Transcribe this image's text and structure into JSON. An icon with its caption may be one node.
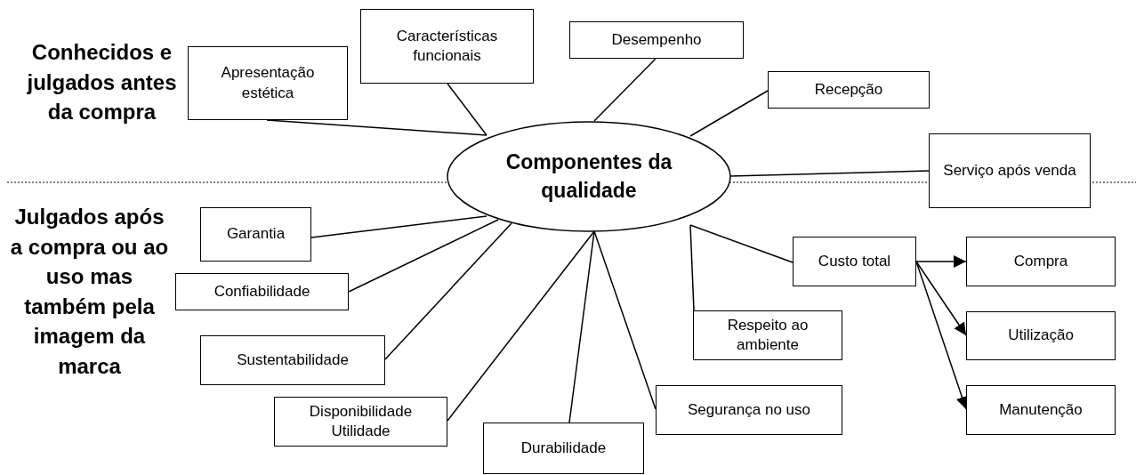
{
  "diagram": {
    "nodes": [
      {
        "text": [
          "Componentes da qualidade"
        ]
      },
      {
        "text": [
          "Apresentação estética"
        ]
      },
      {
        "text": [
          "Características funcionais"
        ]
      },
      {
        "text": [
          "Desempenho"
        ]
      },
      {
        "text": [
          "Recepção"
        ]
      },
      {
        "text": [
          "Serviço após venda"
        ]
      },
      {
        "text": [
          "Garantia"
        ]
      },
      {
        "text": [
          "Confiabilidade"
        ]
      },
      {
        "text": [
          "Sustentabilidade"
        ]
      },
      {
        "text": [
          "Disponibilidade Utilidade"
        ]
      },
      {
        "text": [
          "Durabilidade"
        ]
      },
      {
        "text": [
          "Segurança no uso"
        ]
      },
      {
        "text": [
          "Respeito ao ambiente"
        ]
      },
      {
        "text": [
          "Custo total"
        ]
      },
      {
        "text": [
          "Compra"
        ]
      },
      {
        "text": [
          "Utilização"
        ]
      },
      {
        "text": [
          "Manutenção"
        ]
      }
    ],
    "edges": [
      {
        "from": 0,
        "to": 1,
        "arrow": "none"
      },
      {
        "from": 0,
        "to": 2,
        "arrow": "none"
      },
      {
        "from": 0,
        "to": 3,
        "arrow": "none"
      },
      {
        "from": 0,
        "to": 4,
        "arrow": "none"
      },
      {
        "from": 0,
        "to": 5,
        "arrow": "none"
      },
      {
        "from": 0,
        "to": 6,
        "arrow": "none"
      },
      {
        "from": 0,
        "to": 7,
        "arrow": "none"
      },
      {
        "from": 0,
        "to": 8,
        "arrow": "none"
      },
      {
        "from": 0,
        "to": 9,
        "arrow": "none"
      },
      {
        "from": 0,
        "to": 10,
        "arrow": "none"
      },
      {
        "from": 0,
        "to": 11,
        "arrow": "none"
      },
      {
        "from": 0,
        "to": 12,
        "arrow": "none"
      },
      {
        "from": 0,
        "to": 13,
        "arrow": "none"
      },
      {
        "from": 13,
        "to": 14,
        "arrow": "to"
      },
      {
        "from": 13,
        "to": 15,
        "arrow": "to"
      },
      {
        "from": 13,
        "to": 16,
        "arrow": "to"
      }
    ],
    "labels": [
      "Conhecidos e julgados antes da compra",
      "Julgados após a compra ou ao uso mas também pela imagem da marca"
    ]
  }
}
